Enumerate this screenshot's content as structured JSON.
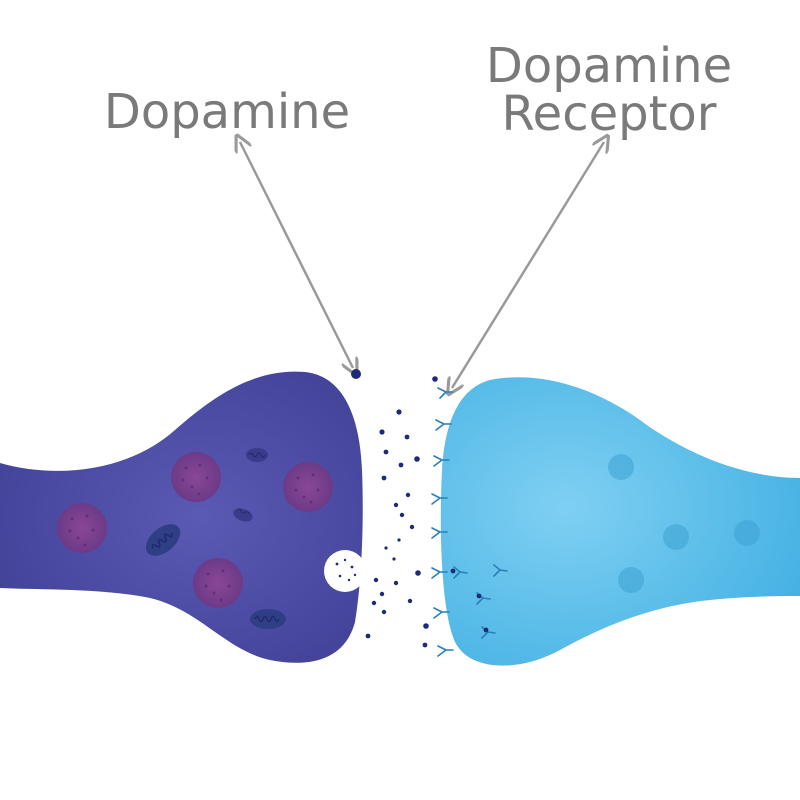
{
  "labels": {
    "dopamine": "Dopamine",
    "receptor_line1": "Dopamine",
    "receptor_line2": "Receptor"
  },
  "colors": {
    "background": "#ffffff",
    "label_text": "#7a7a7a",
    "arrow": "#9a9a9a",
    "presynaptic_neuron": "#4a4aa6",
    "postsynaptic_neuron": "#4db8e8",
    "vesicle": "#7c3f8c",
    "dopamine_dot": "#1e2a78",
    "receptor": "#2a7fb8"
  },
  "icons": {
    "presynaptic": "presynaptic-neuron-shape",
    "postsynaptic": "postsynaptic-neuron-shape",
    "molecule": "dopamine-molecule-dot",
    "receptor": "receptor-y-shape"
  }
}
